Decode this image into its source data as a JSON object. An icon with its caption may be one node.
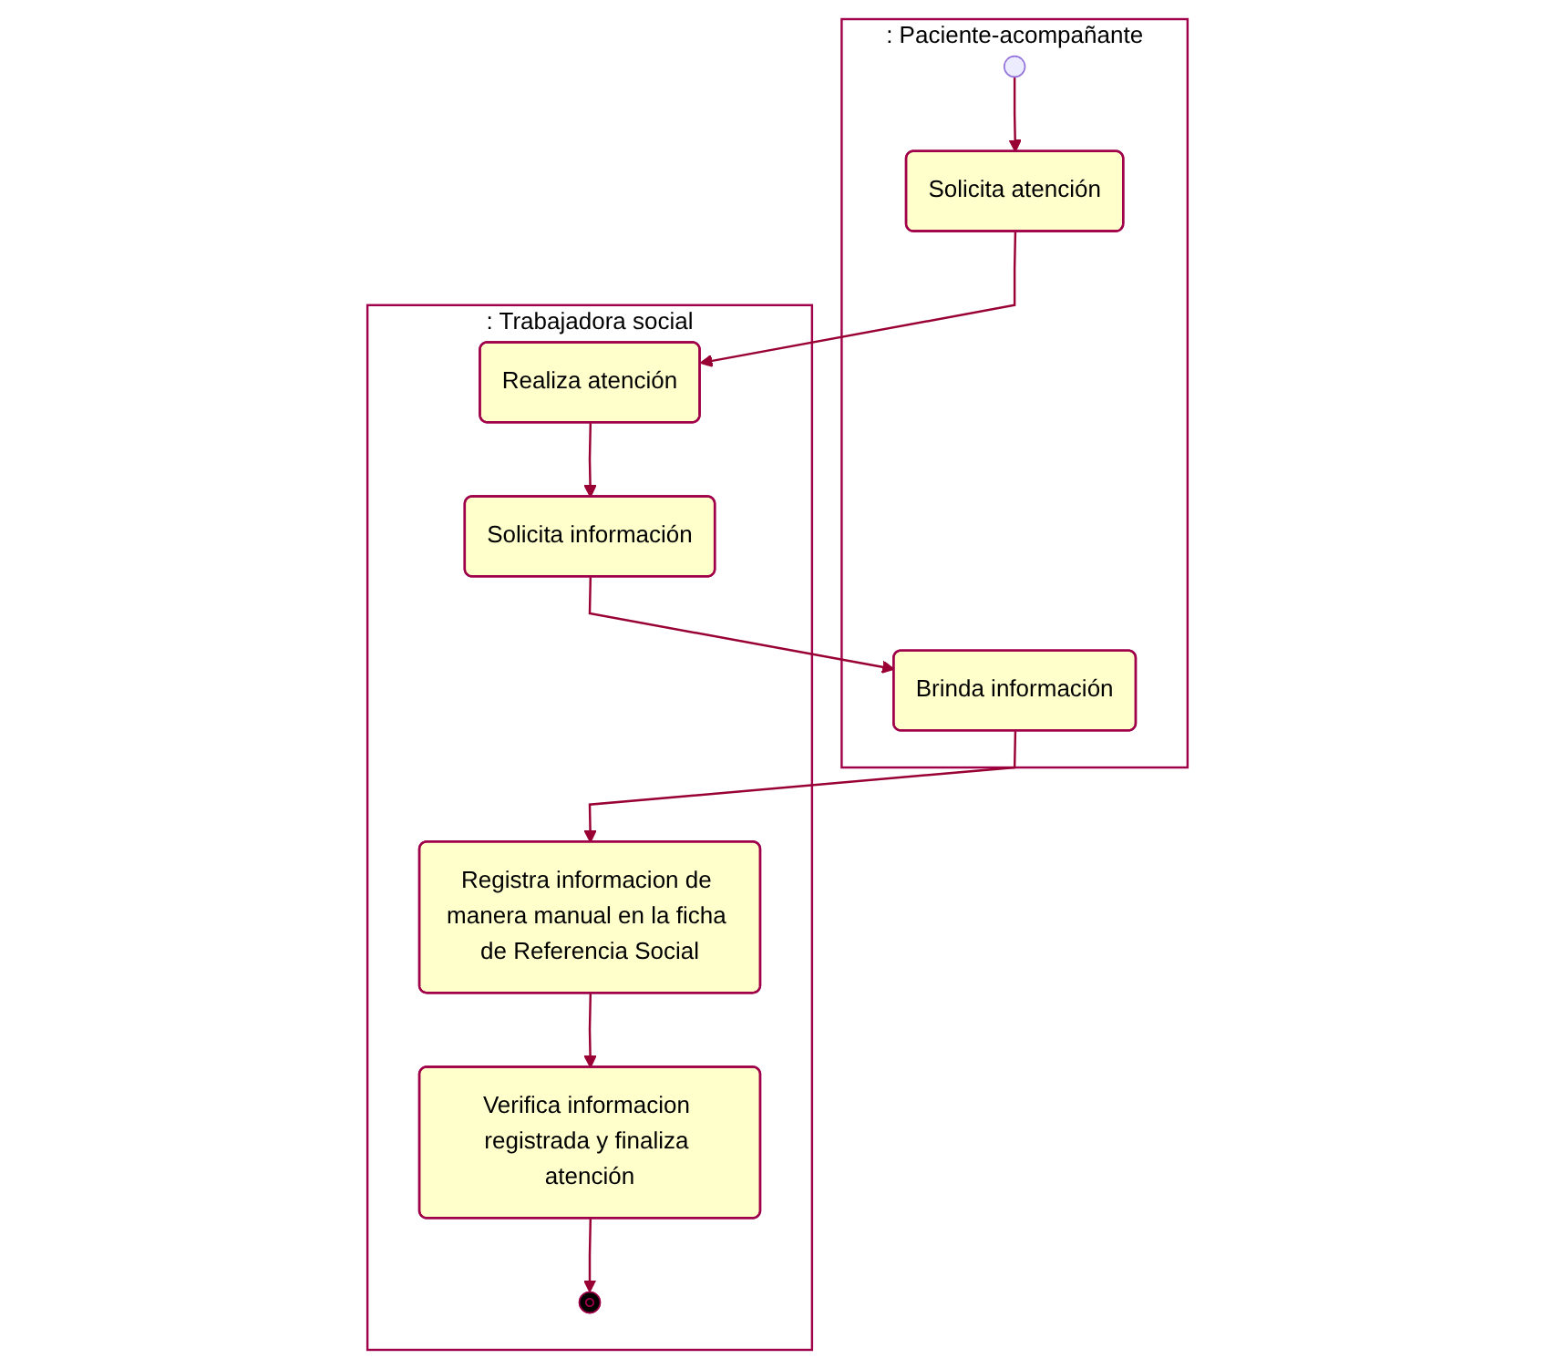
{
  "diagram": {
    "nodes": [
      {
        "text": [
          ": Paciente-acompañante"
        ]
      },
      {
        "text": [
          ": Trabajadora social"
        ]
      },
      {
        "text": [],
        "shape": "circle",
        "in": 0
      },
      {
        "text": [
          "Solicita atención"
        ],
        "in": 0
      },
      {
        "text": [
          "Realiza atención"
        ],
        "in": 1
      },
      {
        "text": [
          "Solicita información"
        ],
        "in": 1
      },
      {
        "text": [
          "Brinda información"
        ],
        "in": 0
      },
      {
        "text": [
          "Registra informacion de manera manual en la ficha de Referencia Social"
        ],
        "in": 1
      },
      {
        "text": [
          "Verifica informacion registrada y finaliza atención"
        ],
        "in": 1
      },
      {
        "text": [],
        "shape": "circle",
        "in": 1
      }
    ],
    "edges": [
      {
        "from": 2,
        "to": 3,
        "arrow": "to"
      },
      {
        "from": 3,
        "to": 4,
        "arrow": "to"
      },
      {
        "from": 4,
        "to": 5,
        "arrow": "to"
      },
      {
        "from": 5,
        "to": 6,
        "arrow": "to"
      },
      {
        "from": 6,
        "to": 7,
        "arrow": "to"
      },
      {
        "from": 7,
        "to": 8,
        "arrow": "to"
      },
      {
        "from": 8,
        "to": 9,
        "arrow": "to"
      }
    ]
  }
}
